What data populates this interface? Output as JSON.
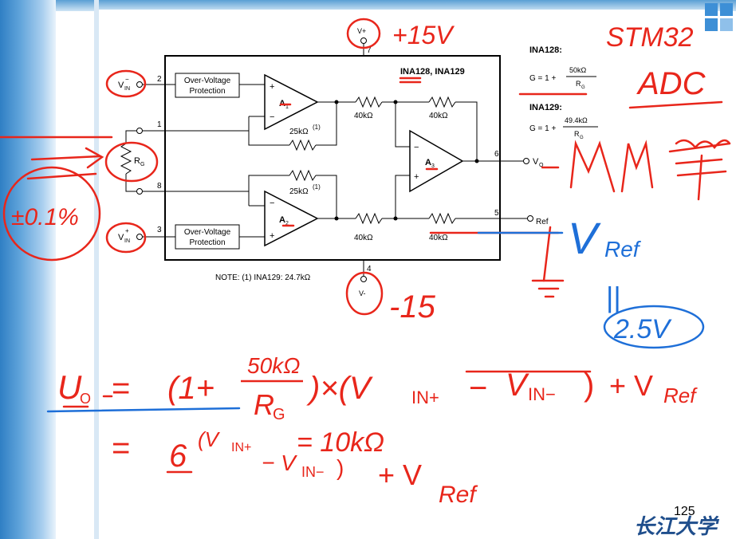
{
  "slide": {
    "page_number": "125",
    "logo_text": "长江大学",
    "accent_red": "#e8261b",
    "accent_blue": "#1e6fd8"
  },
  "schematic": {
    "chip_title": "INA128, INA129",
    "ovp_top": [
      "Over-Voltage",
      "Protection"
    ],
    "ovp_bottom": [
      "Over-Voltage",
      "Protection"
    ],
    "vin_minus": "V",
    "vin_minus_sub": "IN",
    "vin_minus_sup": "−",
    "vin_plus": "V",
    "vin_plus_sub": "IN",
    "vin_plus_sup": "+",
    "rg": "R",
    "rg_sub": "G",
    "amp1": "A",
    "amp1_sub": "1",
    "amp2": "A",
    "amp2_sub": "2",
    "amp3": "A",
    "amp3_sub": "3",
    "r_feedback_top": "25kΩ",
    "r_feedback_bottom": "25kΩ",
    "note_mark": "(1)",
    "r40_1": "40kΩ",
    "r40_2": "40kΩ",
    "r40_3": "40kΩ",
    "r40_4": "40kΩ",
    "pin1": "1",
    "pin2": "2",
    "pin3": "3",
    "pin4": "4",
    "pin5": "5",
    "pin6": "6",
    "pin7": "7",
    "pin8": "8",
    "vplus": "V+",
    "vminus": "V-",
    "vo": "V",
    "vo_sub": "O",
    "ref": "Ref",
    "plus": "+",
    "minus": "−",
    "note": "NOTE: (1) INA129: 24.7kΩ",
    "ina128_title": "INA128:",
    "ina128_formula_lhs": "G = 1 +",
    "ina128_num": "50kΩ",
    "ina128_den": "R",
    "ina128_den_sub": "G",
    "ina129_title": "INA129:",
    "ina129_formula_lhs": "G = 1 +",
    "ina129_num": "49.4kΩ",
    "ina129_den": "R",
    "ina129_den_sub": "G"
  },
  "handwriting": {
    "vplus_value": "+15V",
    "vminus_value": "-15",
    "tolerance": "±0.1%",
    "stm": "STM32",
    "adc": "ADC",
    "vref": "V",
    "vref_sub": "Ref",
    "equals": "||",
    "vref_value": "2.5V",
    "eq1_lhs": "U",
    "eq1_lhs_sub": "O",
    "eq1_eq": "=",
    "eq1_paren": "(1+",
    "eq1_num": "50kΩ",
    "eq1_den": "R",
    "eq1_den_sub": "G",
    "eq1_mid": ")×(V",
    "eq1_sub1": "IN+",
    "eq1_dash": "−",
    "eq1_vin": "V",
    "eq1_sub2": "IN−",
    "eq1_close": ")",
    "eq1_plus": "+ V",
    "eq1_plus_sub": "Ref",
    "rg_value": "= 10kΩ",
    "eq2_eq": "=",
    "eq2_gain": "6",
    "eq2_body": "(V",
    "eq2_sub1": "IN+",
    "eq2_mid": "− V",
    "eq2_sub2": "IN−",
    "eq2_close": ")",
    "eq2_plus": "+ V",
    "eq2_plus_sub": "Ref"
  }
}
